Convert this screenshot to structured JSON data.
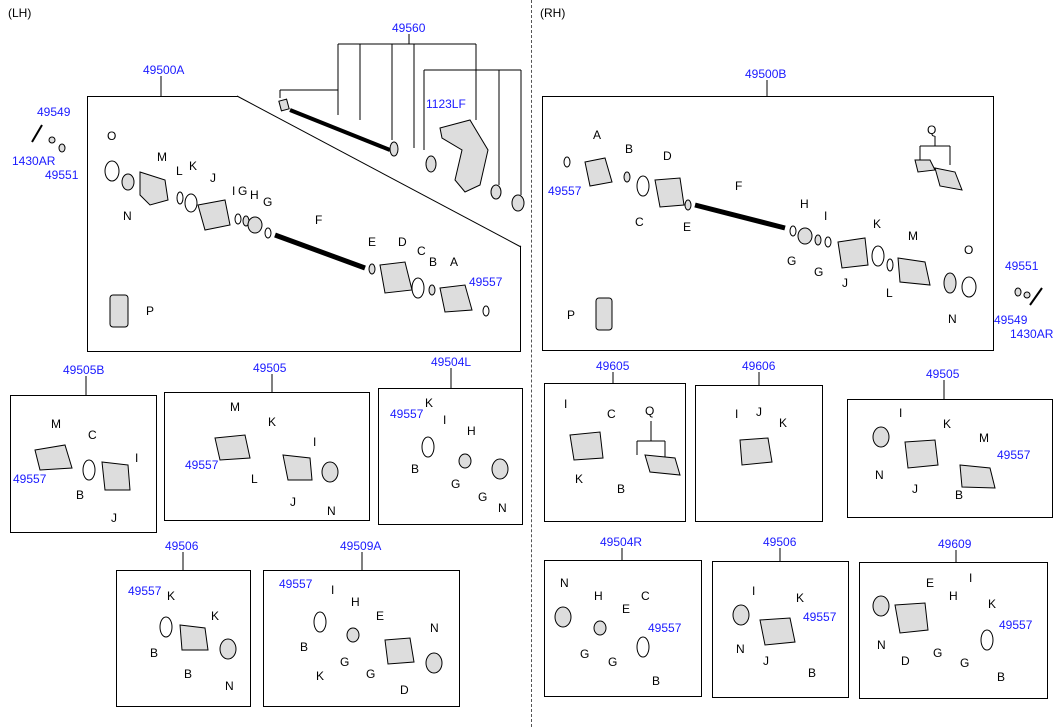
{
  "sides": {
    "left": "(LH)",
    "right": "(RH)"
  },
  "codes": {
    "c49560": "49560",
    "c49500A": "49500A",
    "c49500B": "49500B",
    "c1123LF": "1123LF",
    "c49549_l": "49549",
    "c1430AR_l": "1430AR",
    "c49551_l": "49551",
    "c49551_r": "49551",
    "c49549_r": "49549",
    "c1430AR_r": "1430AR",
    "c49505B": "49505B",
    "c49505_l": "49505",
    "c49504L": "49504L",
    "c49506_l": "49506",
    "c49509A": "49509A",
    "c49605": "49605",
    "c49606": "49606",
    "c49505_r": "49505",
    "c49504R": "49504R",
    "c49506_r": "49506",
    "c49609": "49609",
    "c49557": "49557"
  },
  "letters": {
    "A": "A",
    "B": "B",
    "C": "C",
    "D": "D",
    "E": "E",
    "F": "F",
    "G": "G",
    "H": "H",
    "I": "I",
    "J": "J",
    "K": "K",
    "L": "L",
    "M": "M",
    "N": "N",
    "O": "O",
    "P": "P",
    "Q": "Q"
  }
}
